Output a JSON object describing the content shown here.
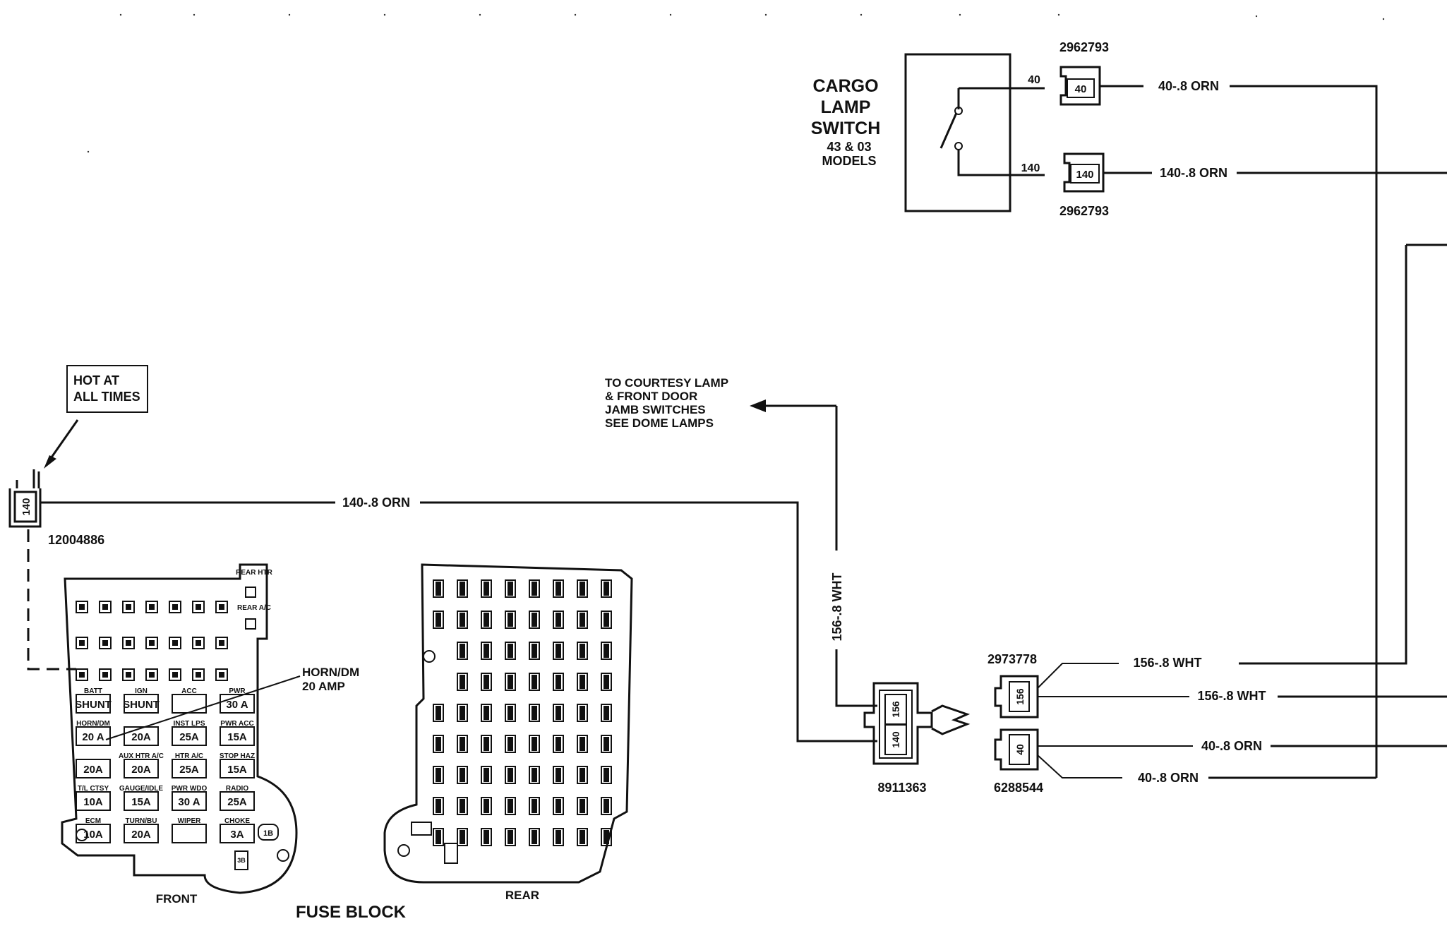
{
  "cargo_switch": {
    "title_line1": "CARGO",
    "title_line2": "LAMP",
    "title_line3": "SWITCH",
    "sub_line1": "43 & 03",
    "sub_line2": "MODELS",
    "term_top": "40",
    "term_bottom": "140"
  },
  "connectors": {
    "top_part": "2962793",
    "top_pin": "40",
    "bottom_part": "2962793",
    "bottom_pin": "140",
    "hot_part": "12004886",
    "hot_pin": "140",
    "center_part": "8911363",
    "center_pin_a": "156",
    "center_pin_b": "140",
    "right_upper_part": "2973778",
    "right_upper_pin": "156",
    "right_lower_part": "6288544",
    "right_lower_pin": "40"
  },
  "wires": {
    "w_top": "40-.8 ORN",
    "w_second": "140-.8 ORN",
    "w_main": "140-.8 ORN",
    "w_vertical": "156-.8 WHT",
    "w_r1": "156-.8 WHT",
    "w_r2": "156-.8 WHT",
    "w_r3": "40-.8 ORN",
    "w_r4": "40-.8 ORN"
  },
  "notes": {
    "hot_line1": "HOT AT",
    "hot_line2": "ALL TIMES",
    "courtesy_line1": "TO COURTESY LAMP",
    "courtesy_line2": "& FRONT DOOR",
    "courtesy_line3": "JAMB SWITCHES",
    "courtesy_line4": "SEE DOME LAMPS",
    "horn_line1": "HORN/DM",
    "horn_line2": "20 AMP"
  },
  "fuse_block": {
    "front_label": "FRONT",
    "rear_label": "REAR",
    "title": "FUSE BLOCK",
    "side_top": "REAR HTR",
    "side_bottom": "REAR A/C",
    "fuses": [
      {
        "value": "SHUNT",
        "label": "BATT"
      },
      {
        "value": "SHUNT",
        "label": "IGN"
      },
      {
        "value": "",
        "label": "ACC"
      },
      {
        "value": "30 A",
        "label": "PWR"
      },
      {
        "value": "20 A",
        "label": "HORN/DM"
      },
      {
        "value": "20A",
        "label": ""
      },
      {
        "value": "25A",
        "label": "INST LPS"
      },
      {
        "value": "15A",
        "label": "PWR ACC"
      },
      {
        "value": "20A",
        "label": ""
      },
      {
        "value": "20A",
        "label": "AUX HTR A/C"
      },
      {
        "value": "25A",
        "label": "HTR A/C"
      },
      {
        "value": "15A",
        "label": "STOP HAZ"
      },
      {
        "value": "10A",
        "label": "T/L CTSY"
      },
      {
        "value": "15A",
        "label": "GAUGE/IDLE"
      },
      {
        "value": "30 A",
        "label": "PWR WDO"
      },
      {
        "value": "25A",
        "label": "RADIO"
      },
      {
        "value": "10A",
        "label": "ECM"
      },
      {
        "value": "20A",
        "label": "TURN/BU"
      },
      {
        "value": "",
        "label": "WIPER"
      },
      {
        "value": "3A",
        "label": "CHOKE"
      }
    ]
  }
}
